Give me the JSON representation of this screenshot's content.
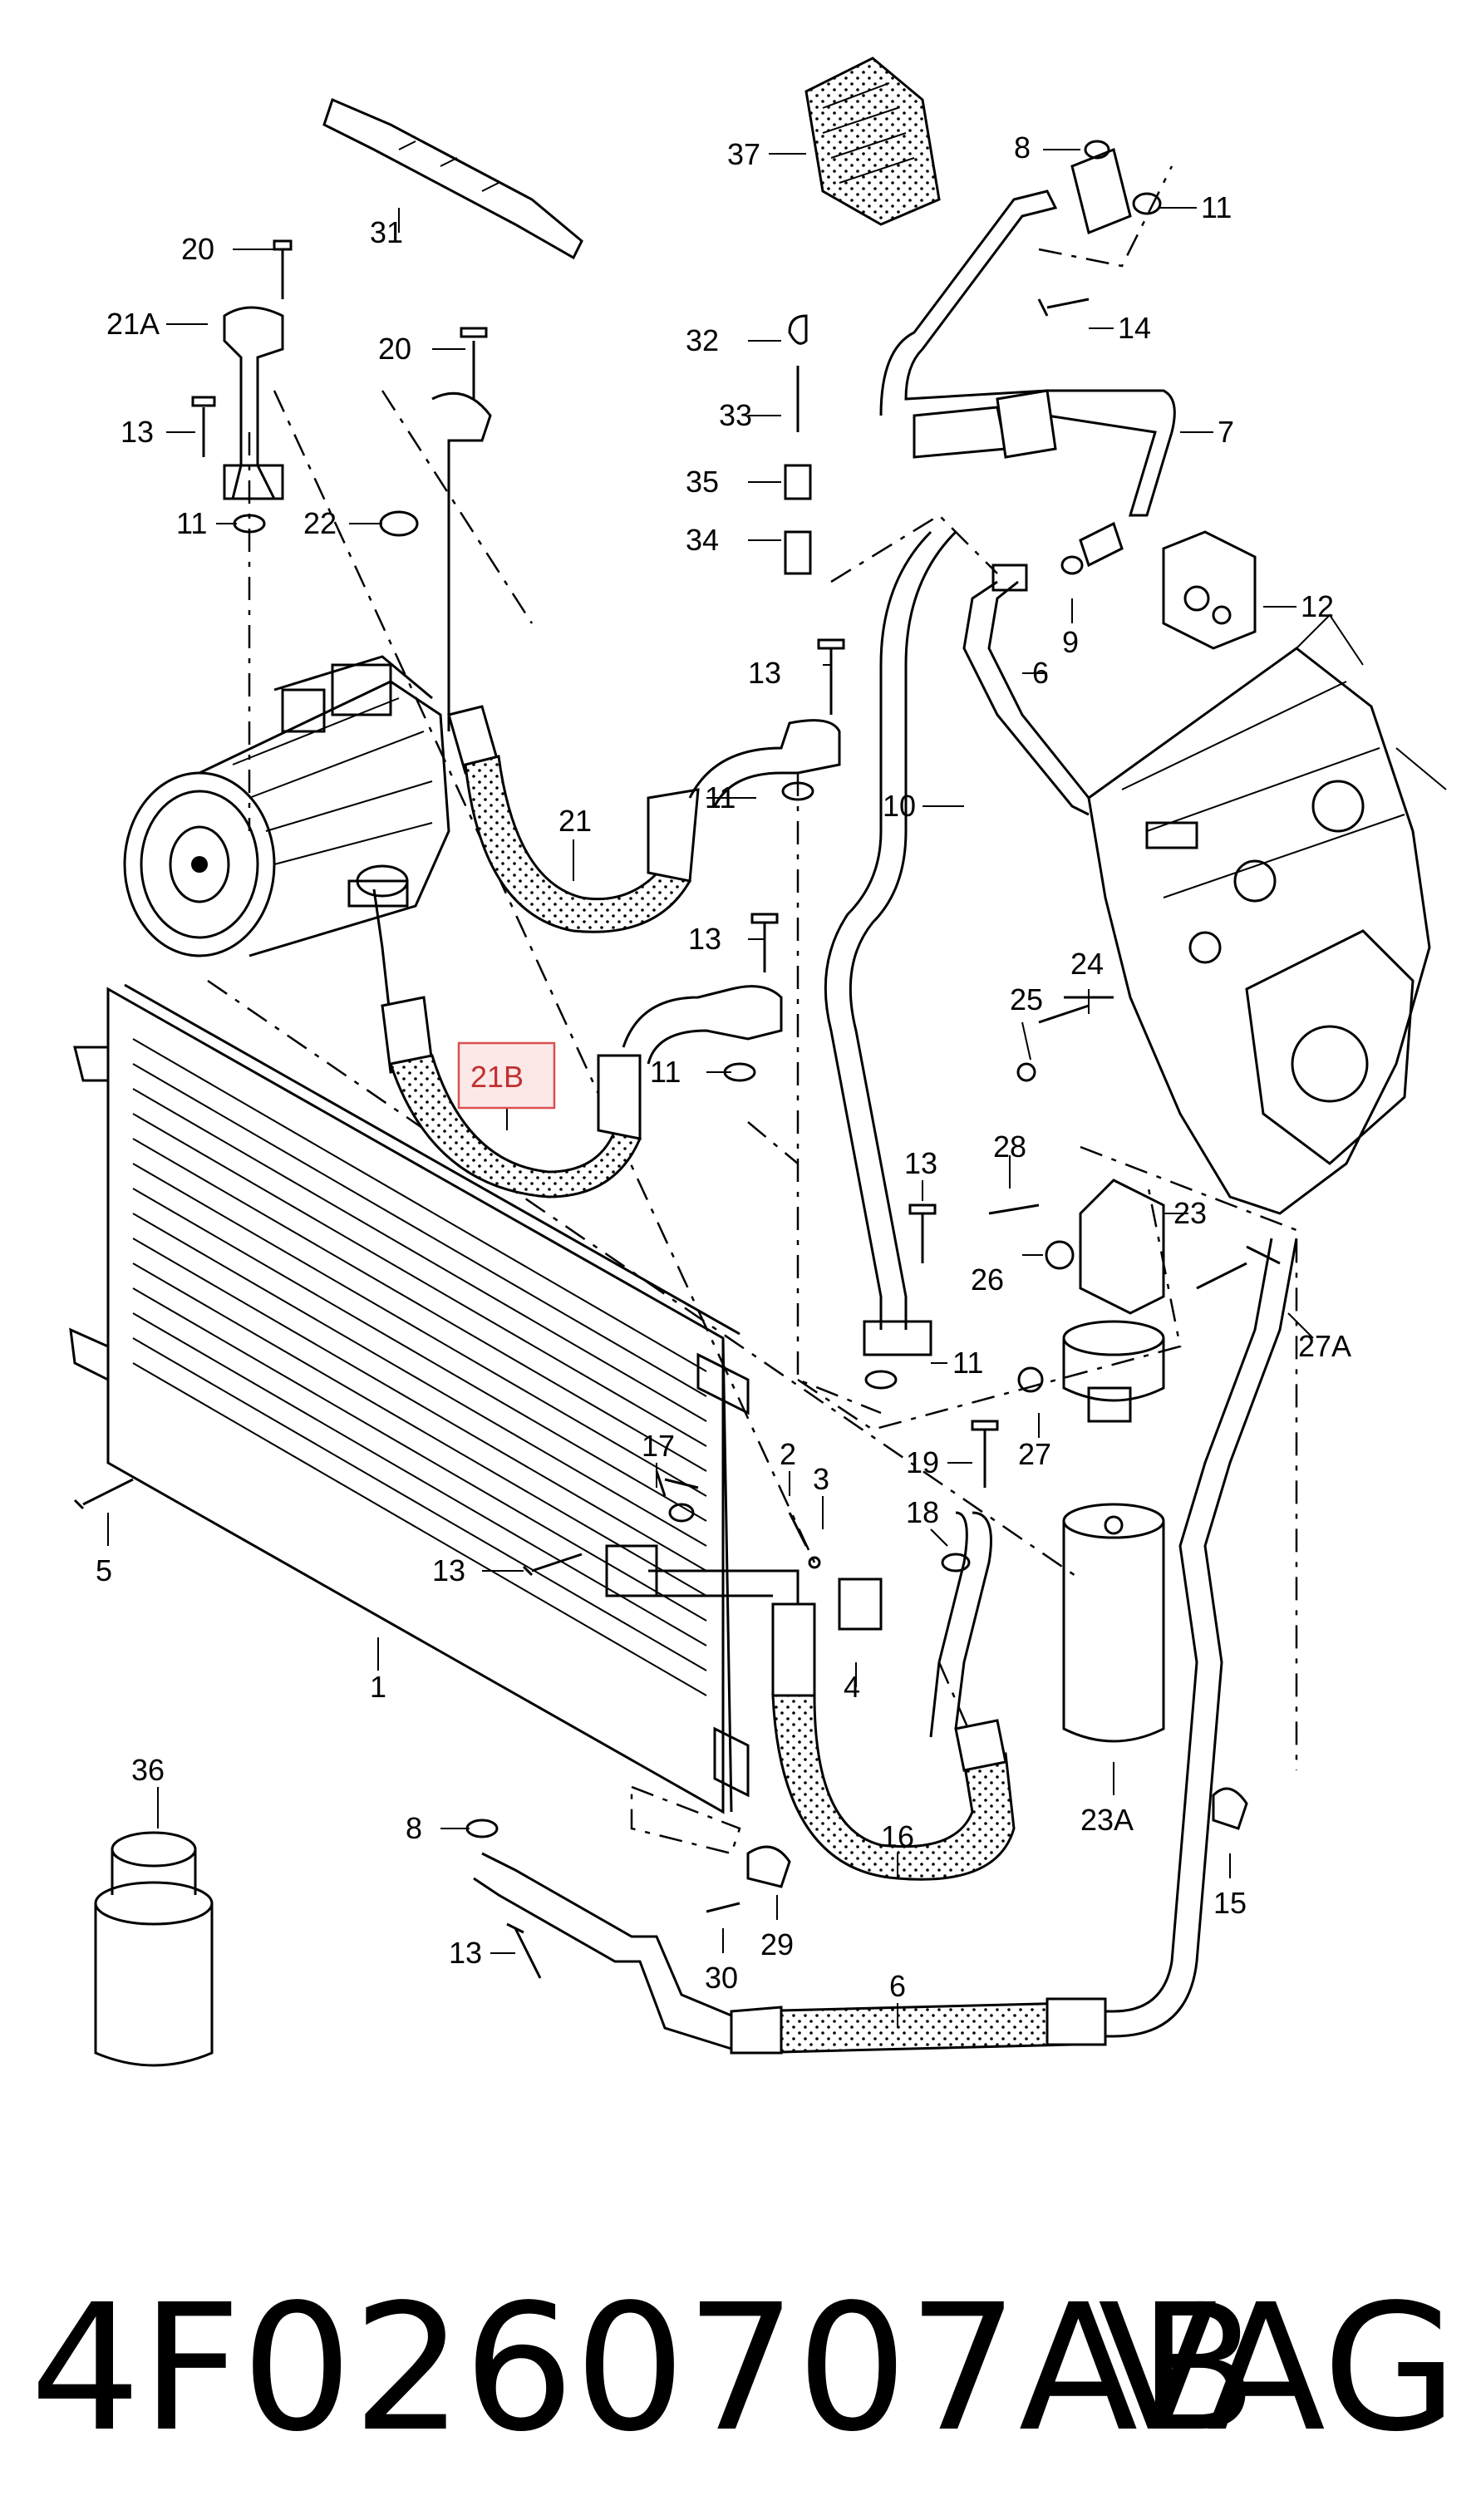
{
  "callouts": {
    "c37": "37",
    "c8a": "8",
    "c11a": "11",
    "c31": "31",
    "c20a": "20",
    "c21a": "21A",
    "c13a": "13",
    "c11b": "11",
    "c20b": "20",
    "c22": "22",
    "c32": "32",
    "c33": "33",
    "c35": "35",
    "c34": "34",
    "c14": "14",
    "c7": "7",
    "c12": "12",
    "c9": "9",
    "c6a": "6",
    "c13b": "13",
    "c11c": "11",
    "c21": "21",
    "c10": "10",
    "c13c": "13",
    "c25": "25",
    "c24": "24",
    "c11d": "11",
    "c21b": "21B",
    "c28": "28",
    "c13d": "13",
    "c23": "23",
    "c26": "26",
    "c27a": "27A",
    "c11e": "11",
    "c17": "17",
    "c2": "2",
    "c3": "3",
    "c19": "19",
    "c27": "27",
    "c18": "18",
    "c5": "5",
    "c13e": "13",
    "c4": "4",
    "c1": "1",
    "c36": "36",
    "c23a": "23A",
    "c8b": "8",
    "c16": "16",
    "c15": "15",
    "c13f": "13",
    "c30": "30",
    "c29": "29",
    "c6b": "6"
  },
  "caption": {
    "part_number": "4F0260707AB",
    "brand": "VAG"
  },
  "highlight_color": "#d85050"
}
